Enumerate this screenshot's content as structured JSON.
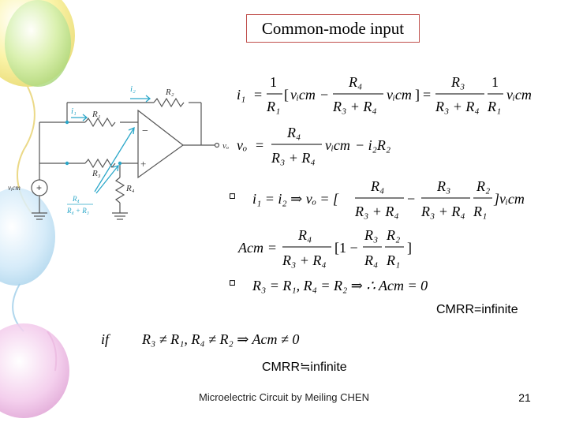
{
  "slide": {
    "title": "Common-mode input",
    "cmrr_result_1": "CMRR=infinite",
    "cmrr_result_2": "CMRR≒infinite",
    "footer": "Microelectric Circuit by Meiling CHEN",
    "page_number": "21"
  },
  "circuit": {
    "labels": {
      "i2": "i₂",
      "r2": "R₂",
      "i1": "i₁",
      "r1": "R₁",
      "r3": "R₃",
      "r4": "R₄",
      "vo": "vₒ",
      "vicm": "vᵢcm",
      "minus": "−",
      "plus": "+",
      "divider_num": "R₄",
      "divider_den": "R₄ + R₃"
    }
  },
  "equations": {
    "i1": "i₁",
    "eq": "=",
    "one": "1",
    "R1": "R₁",
    "R4": "R₄",
    "R3": "R₃",
    "R2": "R₂",
    "R3plusR4": "R₃ + R₄",
    "vicm": "vᵢcm",
    "bracket_open": "[",
    "bracket_close": "]",
    "minus": "−",
    "vo": "vₒ",
    "i2R2": "− i₂R₂",
    "bullet": "⸋",
    "line3_lhs": "i₁ = i₂ ⇒ vₒ = [",
    "line3_end": "]vᵢcm",
    "Acm": "Acm",
    "one_minus": "[1 −",
    "line5": "R₃ = R₁, R₄ = R₂ ⇒ ∴ Acm = 0",
    "if": "if",
    "if_eq": "R₃ ≠ R₁, R₄ ≠ R₂ ⇒ Acm ≠ 0"
  }
}
